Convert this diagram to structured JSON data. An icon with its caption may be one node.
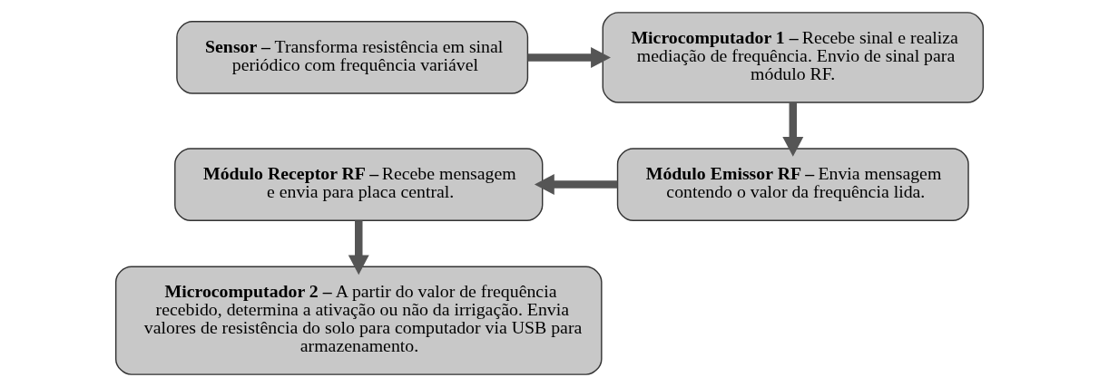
{
  "diagram": {
    "nodes": [
      {
        "text": [
          "**Sensor –** Transforma resistência em sinal periódico com frequência variável"
        ]
      },
      {
        "text": [
          "**Microcomputador 1 –** Recebe sinal e realiza mediação de frequência. Envio de sinal para módulo RF."
        ]
      },
      {
        "text": [
          "**Módulo Emissor RF –** Envia mensagem contendo o valor da frequência lida."
        ]
      },
      {
        "text": [
          "**Módulo Receptor RF –** Recebe mensagem e envia para placa central."
        ]
      },
      {
        "text": [
          "**Microcomputador 2 –** A partir do valor de frequência recebido, determina a ativação ou não da irrigação. Envia valores de resistência do solo para computador via USB para armazenamento."
        ]
      }
    ],
    "edges": [
      {
        "from": 0,
        "to": 1,
        "arrow": "to"
      },
      {
        "from": 1,
        "to": 2,
        "arrow": "to"
      },
      {
        "from": 2,
        "to": 3,
        "arrow": "to"
      },
      {
        "from": 3,
        "to": 4,
        "arrow": "to"
      }
    ]
  }
}
